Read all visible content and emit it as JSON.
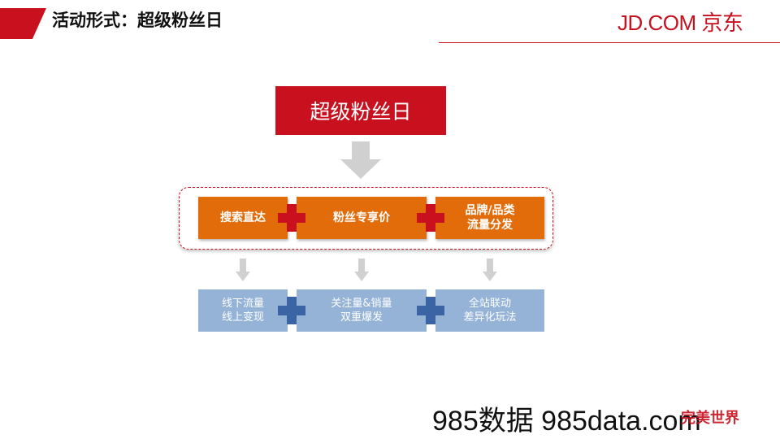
{
  "header": {
    "title": "活动形式：超级粉丝日",
    "logo": "JD.COM 京东"
  },
  "main": {
    "top_box": "超级粉丝日",
    "features": [
      {
        "label": "搜索直达"
      },
      {
        "label": "粉丝专享价"
      },
      {
        "label": "品牌/品类\n流量分发"
      }
    ],
    "results": [
      {
        "label": "线下流量\n线上变现"
      },
      {
        "label": "关注量&销量\n双重爆发"
      },
      {
        "label": "全站联动\n差异化玩法"
      }
    ]
  },
  "watermark": {
    "text": "985数据 985data.com",
    "logo_text": "完美世界"
  },
  "colors": {
    "brand_red": "#c8101e",
    "orange": "#e36c0a",
    "light_blue": "#95b3d7",
    "dark_blue": "#3b64a4",
    "arrow_gray": "#d0d0d0"
  }
}
